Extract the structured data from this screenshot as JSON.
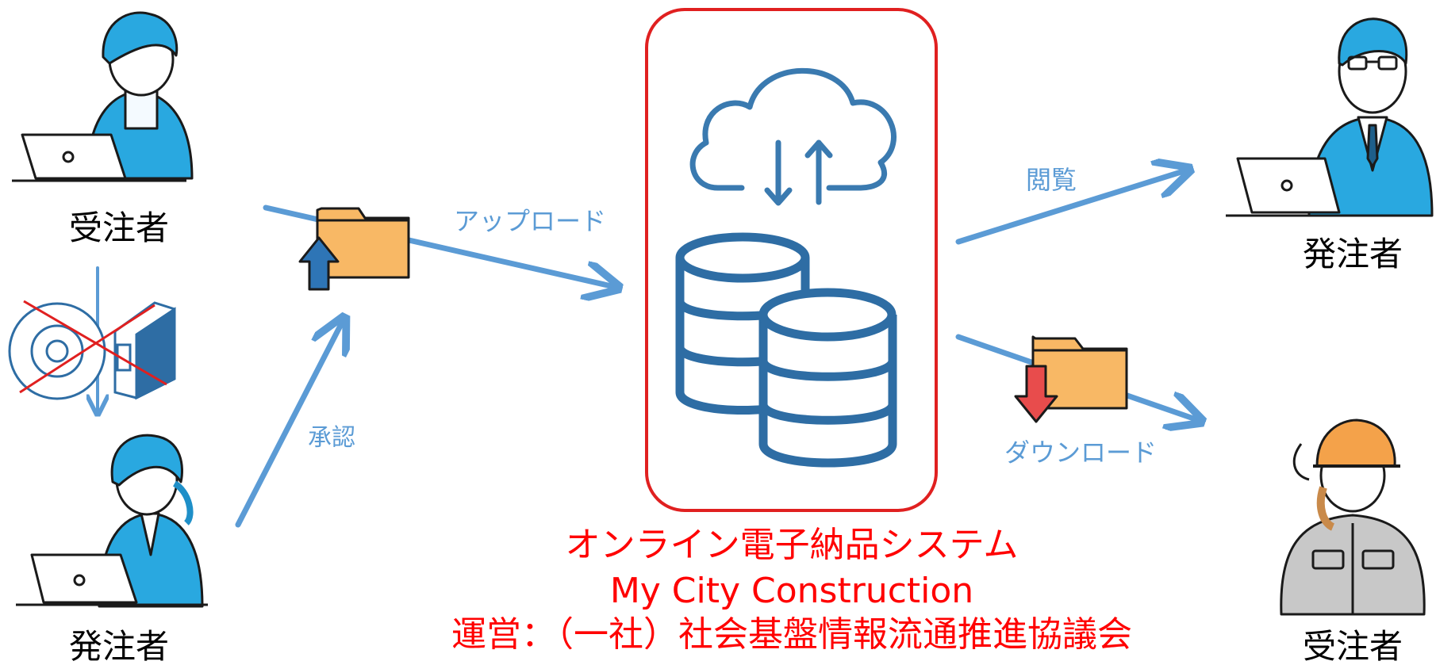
{
  "labels": {
    "top_left_person": "受注者",
    "bottom_left_person": "発注者",
    "top_right_person": "発注者",
    "bottom_right_person": "受注者",
    "upload": "アップロード",
    "approve": "承認",
    "view": "閲覧",
    "download": "ダウンロード"
  },
  "system": {
    "name": "オンライン電子納品システム",
    "subtitle": "My City Construction",
    "operator": "運営：（一社）社会基盤情報流通推進協議会"
  },
  "colors": {
    "arrow": "#5b9bd5",
    "icon_blue": "#2e6da4",
    "frame_red": "#e02020",
    "text_red": "#ff0000",
    "folder": "#f8b865",
    "skin": "#ffffff",
    "suit": "#29a8e0",
    "hair": "#1e8fc8",
    "outline": "#1a1a1a",
    "upload_arrow": "#2e75b6",
    "download_arrow": "#e84c4c",
    "worker_suit": "#c8c8c8",
    "helmet": "#f4a24a"
  },
  "icons": [
    "cloud-sync-icon",
    "database-icon",
    "folder-upload-icon",
    "folder-download-icon",
    "disc-icon",
    "binder-icon"
  ]
}
